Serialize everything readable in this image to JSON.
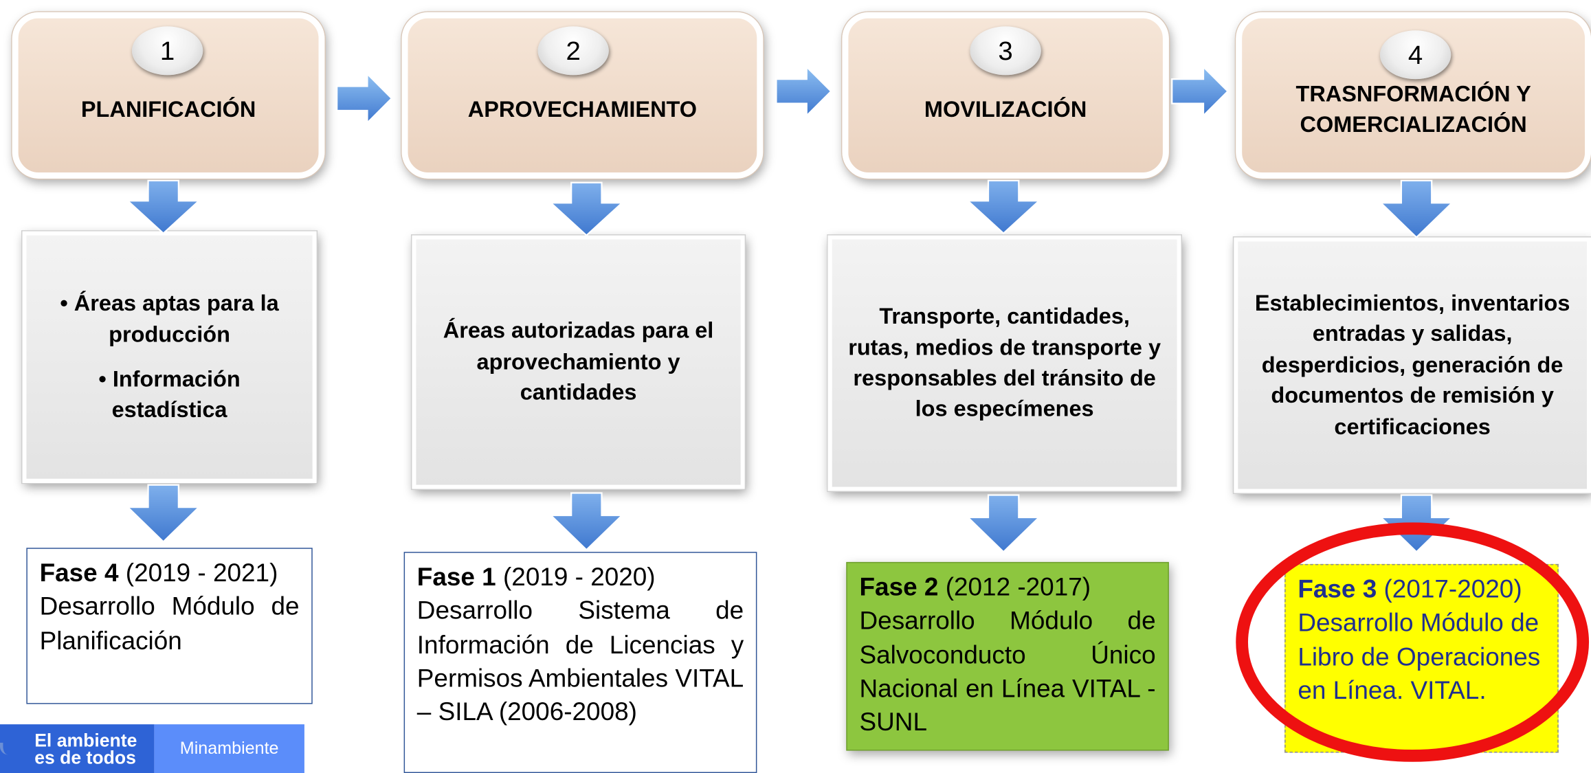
{
  "stages": [
    {
      "number": "1",
      "title": "PLANIFICACIÓN"
    },
    {
      "number": "2",
      "title": "APROVECHAMIENTO"
    },
    {
      "number": "3",
      "title": "MOVILIZACIÓN"
    },
    {
      "number": "4",
      "title": "TRASNFORMACIÓN Y COMERCIALIZACIÓN"
    }
  ],
  "descriptions": {
    "d1a": "• Áreas aptas para la producción",
    "d1b": "• Información estadística",
    "d2": "Áreas autorizadas para el aprovechamiento y cantidades",
    "d3": "Transporte, cantidades, rutas, medios de transporte y responsables del tránsito de los especímenes",
    "d4": "Establecimientos, inventarios entradas y salidas, desperdicios, generación de documentos de remisión y certificaciones"
  },
  "phases": [
    {
      "label": "Fase 4",
      "period": "(2019 - 2021)",
      "text": "Desarrollo Módulo de Planificación"
    },
    {
      "label": "Fase 1",
      "period": "(2019 - 2020)",
      "text": "Desarrollo Sistema de Información de Licencias y Permisos Ambientales VITAL – SILA (2006-2008)"
    },
    {
      "label": "Fase 2",
      "period": "(2012 -2017)",
      "text": "Desarrollo Módulo de Salvoconducto Único Nacional en Línea VITAL - SUNL"
    },
    {
      "label": "Fase 3",
      "period": "(2017-2020)",
      "text": "Desarrollo Módulo de Libro de Operaciones en Línea. VITAL."
    }
  ],
  "logo": {
    "slogan": "El ambiente es de todos",
    "brand": "Minambiente"
  },
  "colors": {
    "arrow_blue": "#4a86d8",
    "stage_fill": "#f2dccb",
    "phase_green": "#8dc63f",
    "phase_yellow": "#ffff00",
    "highlight_red": "#ee1111",
    "logo_blue": "#2e63d6"
  }
}
